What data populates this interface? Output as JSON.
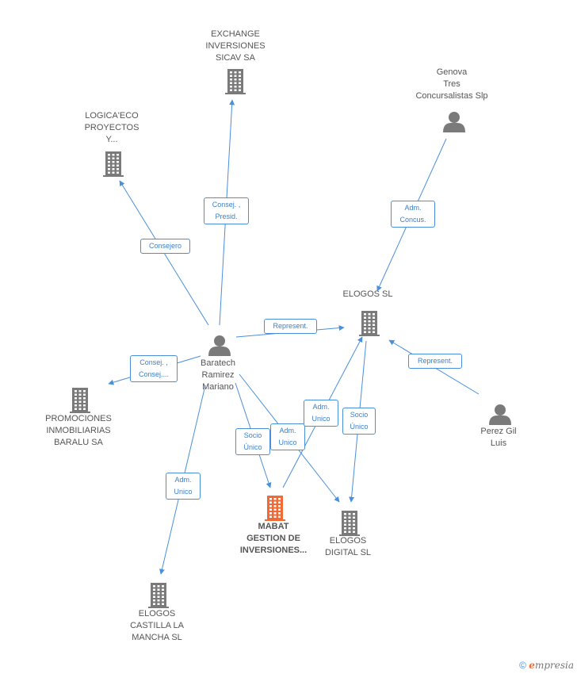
{
  "nodes": [
    {
      "id": "exchange",
      "type": "company",
      "label": "EXCHANGE\nINVERSIONES\nSICAV SA"
    },
    {
      "id": "logica",
      "type": "company",
      "label": "LOGICA'ECO\nPROYECTOS\nY..."
    },
    {
      "id": "genova",
      "type": "person",
      "label": "Genova\nTres\nConcursalistas Slp"
    },
    {
      "id": "baratech",
      "type": "person",
      "label": "Baratech\nRamirez\nMariano"
    },
    {
      "id": "elogos",
      "type": "company",
      "label": "ELOGOS SL"
    },
    {
      "id": "promociones",
      "type": "company",
      "label": "PROMOCIONES\nINMOBILIARIAS\nBARALU SA"
    },
    {
      "id": "perez",
      "type": "person",
      "label": "Perez Gil\nLuis"
    },
    {
      "id": "mabat",
      "type": "company",
      "focus": true,
      "label": "MABAT\nGESTION DE\nINVERSIONES..."
    },
    {
      "id": "elogos_digital",
      "type": "company",
      "label": "ELOGOS\nDIGITAL SL"
    },
    {
      "id": "elogos_castilla",
      "type": "company",
      "label": "ELOGOS\nCASTILLA LA\nMANCHA SL"
    }
  ],
  "edges": [
    {
      "from": "baratech",
      "to": "exchange",
      "label": "Consej. ,\nPresid."
    },
    {
      "from": "baratech",
      "to": "logica",
      "label": "Consejero"
    },
    {
      "from": "genova",
      "to": "elogos",
      "label": "Adm.\nConcus."
    },
    {
      "from": "baratech",
      "to": "elogos",
      "label": "Represent."
    },
    {
      "from": "perez",
      "to": "elogos",
      "label": "Represent."
    },
    {
      "from": "baratech",
      "to": "promociones",
      "label": "Consej. ,\nConsej...."
    },
    {
      "from": "baratech",
      "to": "mabat",
      "label": "Socio\nÚnico"
    },
    {
      "from": "baratech",
      "to": "elogos_digital",
      "label": "Adm.\nUnico"
    },
    {
      "from": "mabat",
      "to": "elogos",
      "label": "Adm.\nUnico"
    },
    {
      "from": "elogos",
      "to": "elogos_digital",
      "label": "Socio\nÚnico"
    },
    {
      "from": "baratech",
      "to": "elogos_castilla",
      "label": "Adm.\nUnico"
    }
  ],
  "footer": {
    "copyright": "©",
    "brand_initial": "e",
    "brand_rest": "mpresia"
  },
  "colors": {
    "edge": "#4a8fdc",
    "node": "#7a7a7a",
    "focus": "#f06a35",
    "text": "#555555"
  }
}
